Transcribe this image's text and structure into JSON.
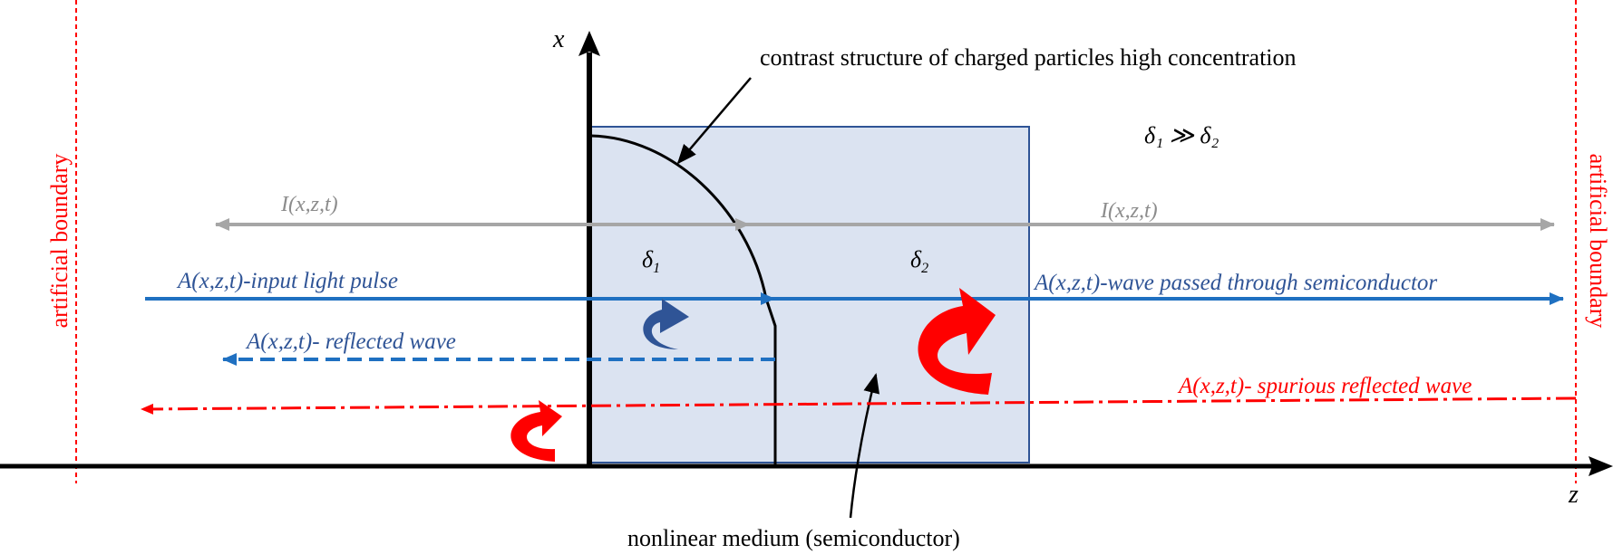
{
  "diagram": {
    "axes": {
      "x_label": "x",
      "z_label": "z"
    },
    "boundary_label": "artificial boundary",
    "callouts": {
      "contrast_structure": "contrast structure of charged particles high concentration",
      "medium": "nonlinear medium (semiconductor)",
      "condition": "δ₁ ≫ δ₂"
    },
    "regions": {
      "delta1": "δ",
      "delta2": "δ",
      "sub1": "1",
      "sub2": "2"
    },
    "waves": {
      "intensity": "I(x,z,t)",
      "input_pulse": "A(x,z,t)-input light pulse",
      "passed": "A(x,z,t)-wave passed through semiconductor",
      "reflected": "A(x,z,t)- reflected wave",
      "spurious": "A(x,z,t)- spurious reflected wave"
    },
    "colors": {
      "box_fill": "#dbe3f1",
      "box_stroke": "#2f5496",
      "blue": "#1f70c1",
      "dark_blue": "#2f5496",
      "gray": "#a6a6a6",
      "red": "#ff0000",
      "black": "#000000"
    }
  }
}
